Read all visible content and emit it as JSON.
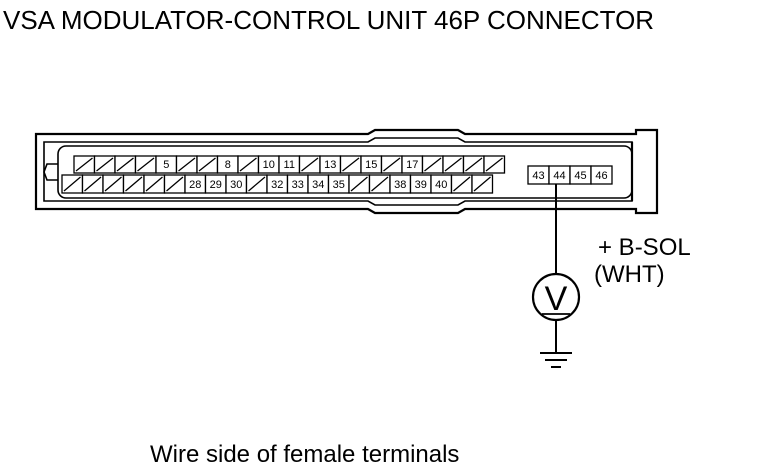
{
  "title": "VSA MODULATOR-CONTROL UNIT 46P CONNECTOR",
  "caption": "Wire side of female terminals",
  "probe": {
    "line1": "+ B-SOL",
    "line2": "(WHT)",
    "meter_symbol": "V"
  },
  "connector": {
    "top_row": [
      "",
      "",
      "",
      "",
      "5",
      "",
      "",
      "8",
      "",
      "10",
      "11",
      "",
      "13",
      "",
      "15",
      "",
      "17",
      "",
      "",
      "",
      ""
    ],
    "bottom_row": [
      "",
      "",
      "",
      "",
      "",
      "",
      "28",
      "29",
      "30",
      "",
      "32",
      "33",
      "34",
      "35",
      "",
      "",
      "38",
      "39",
      "40",
      "",
      ""
    ],
    "right_block": [
      "43",
      "44",
      "45",
      "46"
    ],
    "probed_pin": "44"
  },
  "icons": [
    "voltmeter-icon",
    "ground-icon"
  ]
}
